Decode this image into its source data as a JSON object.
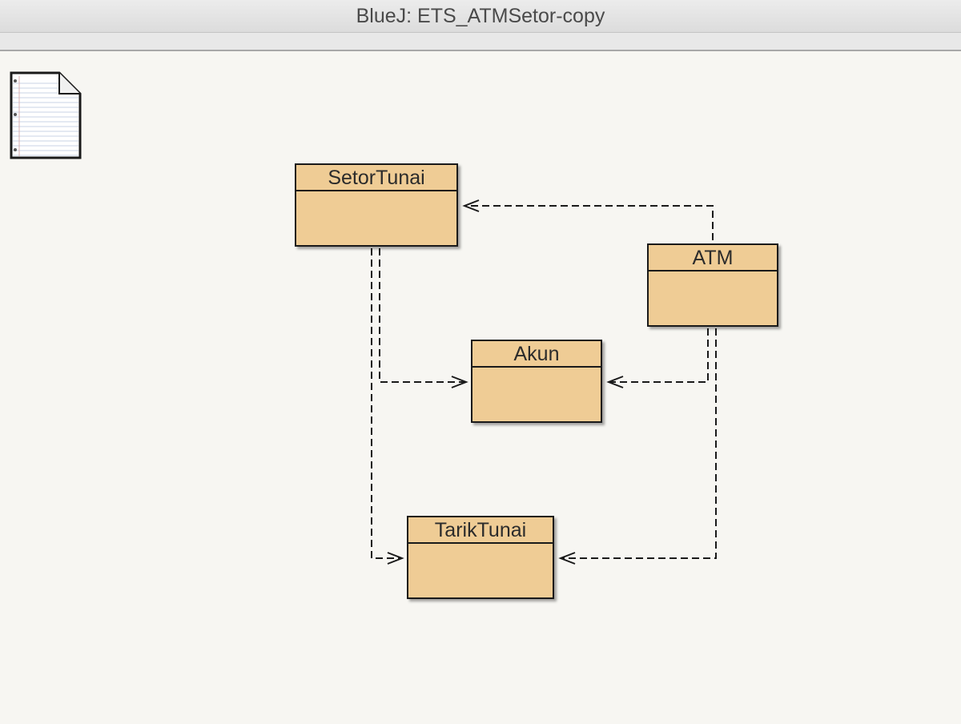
{
  "window": {
    "title": "BlueJ:  ETS_ATMSetor-copy"
  },
  "readme": {
    "icon": "readme-text-file-icon"
  },
  "classes": {
    "setortunai": "SetorTunai",
    "atm": "ATM",
    "akun": "Akun",
    "tariktunai": "TarikTunai"
  },
  "colors": {
    "class_fill": "#efcc95",
    "canvas": "#f7f6f2"
  }
}
